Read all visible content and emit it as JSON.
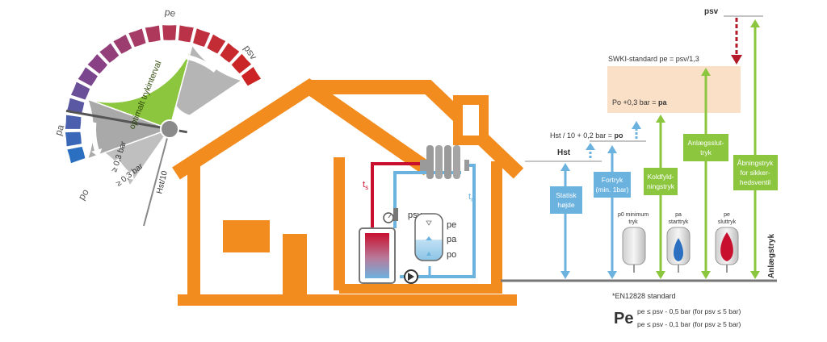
{
  "colors": {
    "orange": "#f28c1e",
    "green": "#8cc63f",
    "green_text": "#3a5d0c",
    "blue": "#6cb2df",
    "dark_blue": "#2a6fc0",
    "red": "#c8102e",
    "dark_red": "#b21a2a",
    "gray": "#8c8c8c",
    "light_gray": "#bdbdbd",
    "peach": "#fbe0c8",
    "text": "#333333"
  },
  "gauge": {
    "label_pe": "pe",
    "label_psv": "psv",
    "label_pa": "pa",
    "label_po": "po",
    "label_optimal": "optimalt trykinterval",
    "label_03_a": "≥ 0,3 bar",
    "label_03_b": "≥ 0,3 bar",
    "label_hst10": "Hst/10"
  },
  "house": {
    "label_ts": "ts",
    "label_tr": "tr",
    "label_psv": "psv",
    "tank_pe": "pe",
    "tank_pa": "pa",
    "tank_po": "po"
  },
  "levels": {
    "psv": "psv",
    "swki": "SWKI-standard pe = psv/1,3",
    "po_plus": "Po +0,3 bar = pa",
    "hst_formula": "Hst / 10 + 0,2 bar = po",
    "hst": "Hst"
  },
  "boxes": {
    "statisk": [
      "Statisk",
      "højde"
    ],
    "fortryk": [
      "Fortryk",
      "(min. 1bar)"
    ],
    "koldfyld": [
      "Koldfyld-",
      "ningstryk"
    ],
    "anlaeg": [
      "Anlægsslut-",
      "tryk"
    ],
    "aabning": [
      "Åbningstryk",
      "for sikker-",
      "hedsventil"
    ]
  },
  "vessels": {
    "p0": [
      "p0 minimum",
      "tryk"
    ],
    "pa": [
      "pa",
      "starttryk"
    ],
    "pe": [
      "pe",
      "sluttryk"
    ]
  },
  "anlaegstryk": "Anlægstryk",
  "footer": {
    "standard": "*EN12828 standard",
    "pe_big": "Pe",
    "line1": "pe ≤ psv - 0,5 bar (for psv ≤ 5 bar)",
    "line2": "pe ≤ psv - 0,1 bar (for psv ≥ 5 bar)"
  }
}
